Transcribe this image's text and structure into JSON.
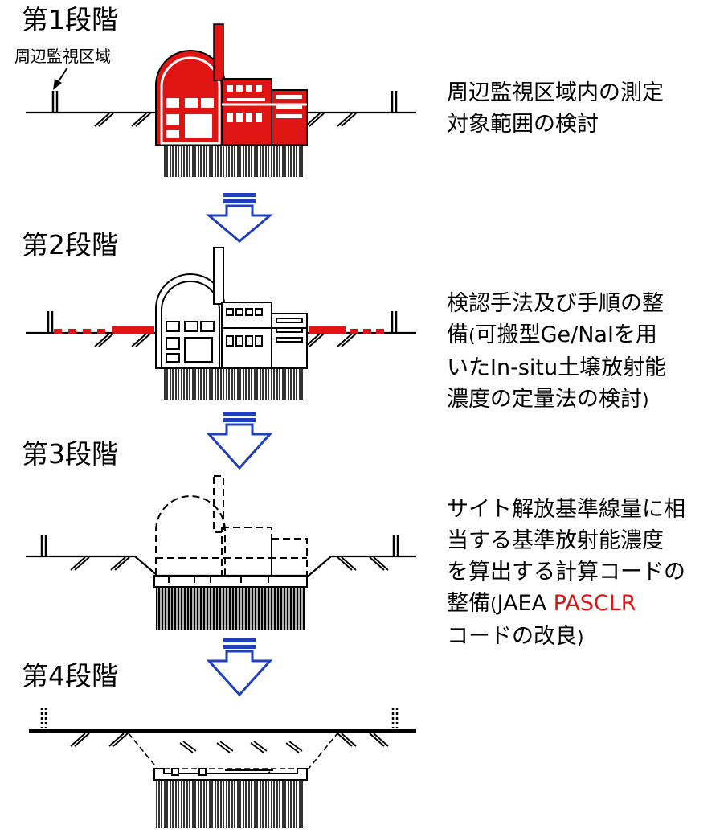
{
  "stages": [
    {
      "label": "第1段階"
    },
    {
      "label": "第2段階"
    },
    {
      "label": "第3段階"
    },
    {
      "label": "第4段階"
    }
  ],
  "boundary_label": "周辺監視区域",
  "descriptions": {
    "stage1": {
      "line1": "周辺監視区域内の測定",
      "line2": "対象範囲の検討"
    },
    "stage2": {
      "line1": "検認手法及び手順の整",
      "line2a": "備",
      "line2b": "(",
      "line2c": "可搬型Ge/NaIを用",
      "line3": "いたIn-situ土壌放射能",
      "line4a": "濃度の定量法の検討",
      "line4b": ")"
    },
    "stage3": {
      "line1": "サイト解放基準線量に相",
      "line2": "当する基準放射能濃度",
      "line3": "を算出する計算コードの",
      "line4a": "整備",
      "line4b": "(",
      "line4c": "JAEA ",
      "line4d": "PASCLR",
      "line5a": "コードの改良",
      "line5b": ")"
    }
  },
  "colors": {
    "highlight": "#e11414",
    "arrow": "#1f3fbf",
    "arrow_cap": "#1f3fbf",
    "line": "#000000"
  }
}
